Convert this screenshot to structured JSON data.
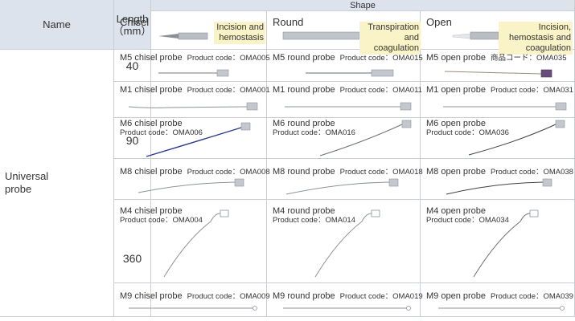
{
  "headers": {
    "name": "Name",
    "length": "Length\n（mm）",
    "shape": "Shape"
  },
  "shapes": {
    "chisel": {
      "label": "Chisel",
      "note": "Incision and hemostasis"
    },
    "round": {
      "label": "Round",
      "note": "Transpiration and coagulation"
    },
    "open": {
      "label": "Open",
      "note": "Incision, hemostasis and coagulation"
    }
  },
  "row_name": "Universal probe",
  "lengths": {
    "l40": "40",
    "l90": "90",
    "l360": "360"
  },
  "products": {
    "m5_chisel": {
      "name": "M5 chisel probe",
      "code": "Product code：OMA005"
    },
    "m5_round": {
      "name": "M5 round probe",
      "code": "Product code：OMA015"
    },
    "m5_open": {
      "name": "M5 open probe",
      "code": "商品コード：OMA035"
    },
    "m1_chisel": {
      "name": "M1 chisel probe",
      "code": "Product code：OMA001"
    },
    "m1_round": {
      "name": "M1 round probe",
      "code": "Product code：OMA011"
    },
    "m1_open": {
      "name": "M1 open probe",
      "code": "Product code：OMA031"
    },
    "m6_chisel": {
      "name": "M6 chisel probe",
      "code": "Product code：OMA006"
    },
    "m6_round": {
      "name": "M6 round probe",
      "code": "Product code：OMA016"
    },
    "m6_open": {
      "name": "M6 open probe",
      "code": "Product code：OMA036"
    },
    "m8_chisel": {
      "name": "M8 chisel probe",
      "code": "Product code：OMA008"
    },
    "m8_round": {
      "name": "M8 round probe",
      "code": "Product code：OMA018"
    },
    "m8_open": {
      "name": "M8 open probe",
      "code": "Product code：OMA038"
    },
    "m4_chisel": {
      "name": "M4 chisel probe",
      "code": "Product code：OMA004"
    },
    "m4_round": {
      "name": "M4 round probe",
      "code": "Product code：OMA014"
    },
    "m4_open": {
      "name": "M4 open probe",
      "code": "Product code：OMA034"
    },
    "m9_chisel": {
      "name": "M9 chisel probe",
      "code": "Product code：OMA009"
    },
    "m9_round": {
      "name": "M9 round probe",
      "code": "Product code：OMA019"
    },
    "m9_open": {
      "name": "M9 open probe",
      "code": "Product code：OMA039"
    }
  },
  "colors": {
    "header_bg": "#dde3ec",
    "highlight_bg": "#fbf3c8",
    "border": "#c9ced6",
    "m6_chisel_wire": "#2b3a8f",
    "m5_open_tip": "#6a4c7c"
  }
}
